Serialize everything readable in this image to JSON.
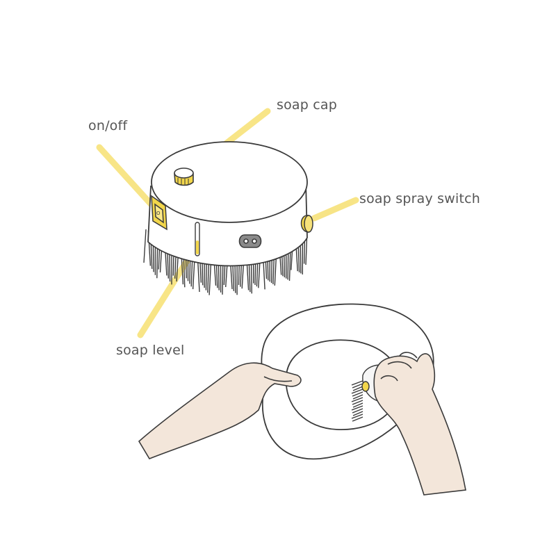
{
  "labels": {
    "soap_cap": "soap cap",
    "on_off": "on/off",
    "soap_spray_switch": "soap spray switch",
    "soap_level": "soap level"
  },
  "colors": {
    "highlight": "#f7e27a",
    "accent_yellow": "#f2d64b",
    "ink": "#3a3a3a",
    "skin": "#f3e6da",
    "label_text": "#555555"
  }
}
